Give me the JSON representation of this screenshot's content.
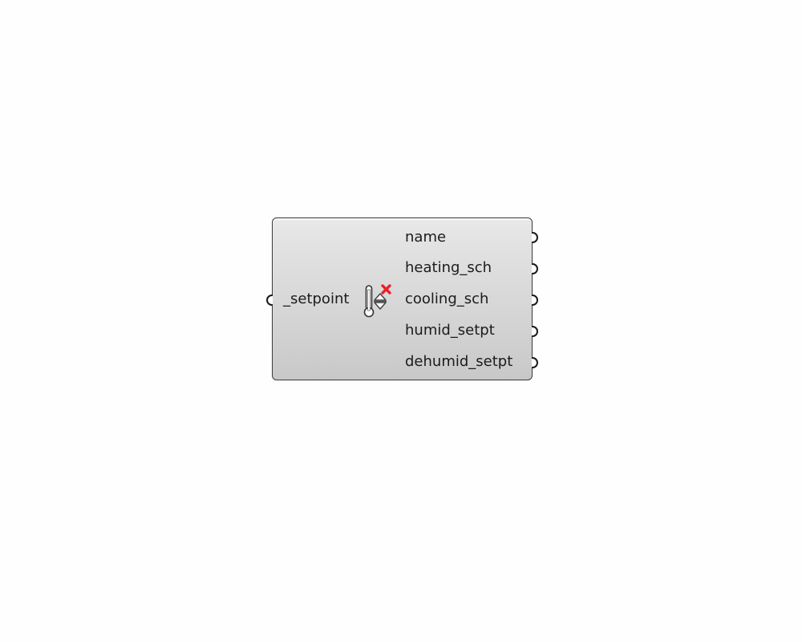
{
  "component": {
    "icon": "thermostat-setpoint-deconstruct-icon",
    "inputs": [
      {
        "label": "_setpoint"
      }
    ],
    "outputs": [
      {
        "label": "name"
      },
      {
        "label": "heating_sch"
      },
      {
        "label": "cooling_sch"
      },
      {
        "label": "humid_setpt"
      },
      {
        "label": "dehumid_setpt"
      }
    ]
  },
  "colors": {
    "canvas_background": "#fefefe",
    "component_fill": "#d6d6d6",
    "component_border": "#3a3a3a",
    "icon_accent": "#e8222b"
  }
}
